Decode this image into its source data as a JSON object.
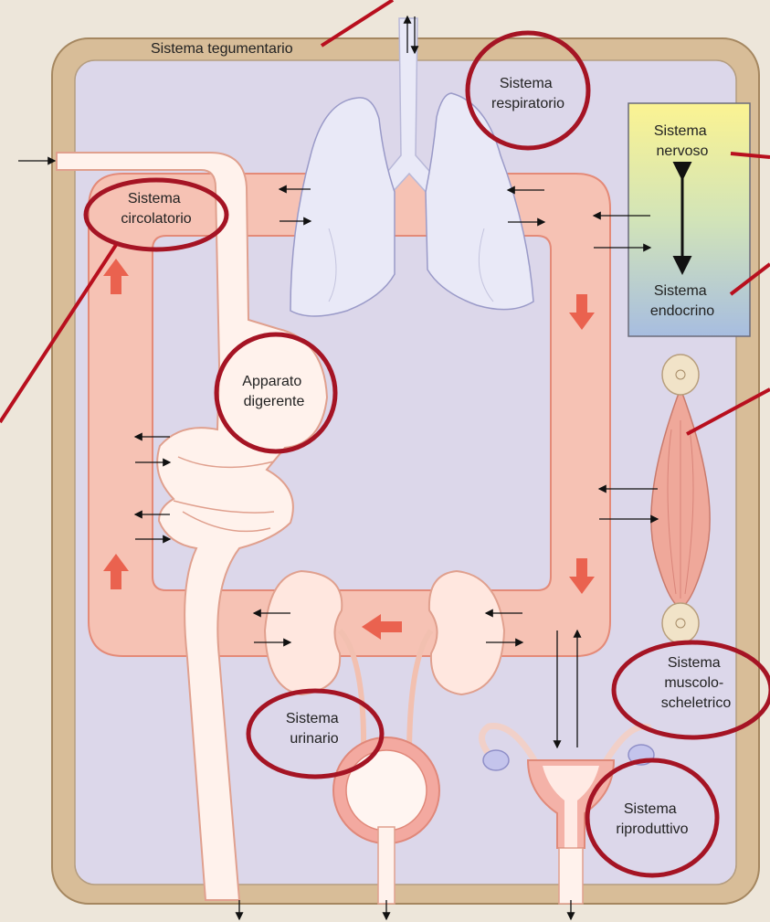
{
  "labels": {
    "integumentary": "Sistema tegumentario",
    "respiratory": [
      "Sistema",
      "respiratorio"
    ],
    "nervous": [
      "Sistema",
      "nervoso"
    ],
    "endocrine": [
      "Sistema",
      "endocrino"
    ],
    "circulatory": [
      "Sistema",
      "circolatorio"
    ],
    "digestive": [
      "Apparato",
      "digerente"
    ],
    "musculoskeletal": [
      "Sistema",
      "muscolo-",
      "scheletrico"
    ],
    "urinary": [
      "Sistema",
      "urinario"
    ],
    "reproductive": [
      "Sistema",
      "riproduttivo"
    ]
  },
  "colors": {
    "background": "#ede6da",
    "skin": "#d8bd98",
    "interior": "#dcd7ea",
    "circulation": "#f6c2b4",
    "circulation_arrow": "#e8513d",
    "organ": "#fff2ec",
    "lung": "#e9e9f7",
    "highlight_circle": "#a51424",
    "pointer_line": "#b80f1e"
  }
}
